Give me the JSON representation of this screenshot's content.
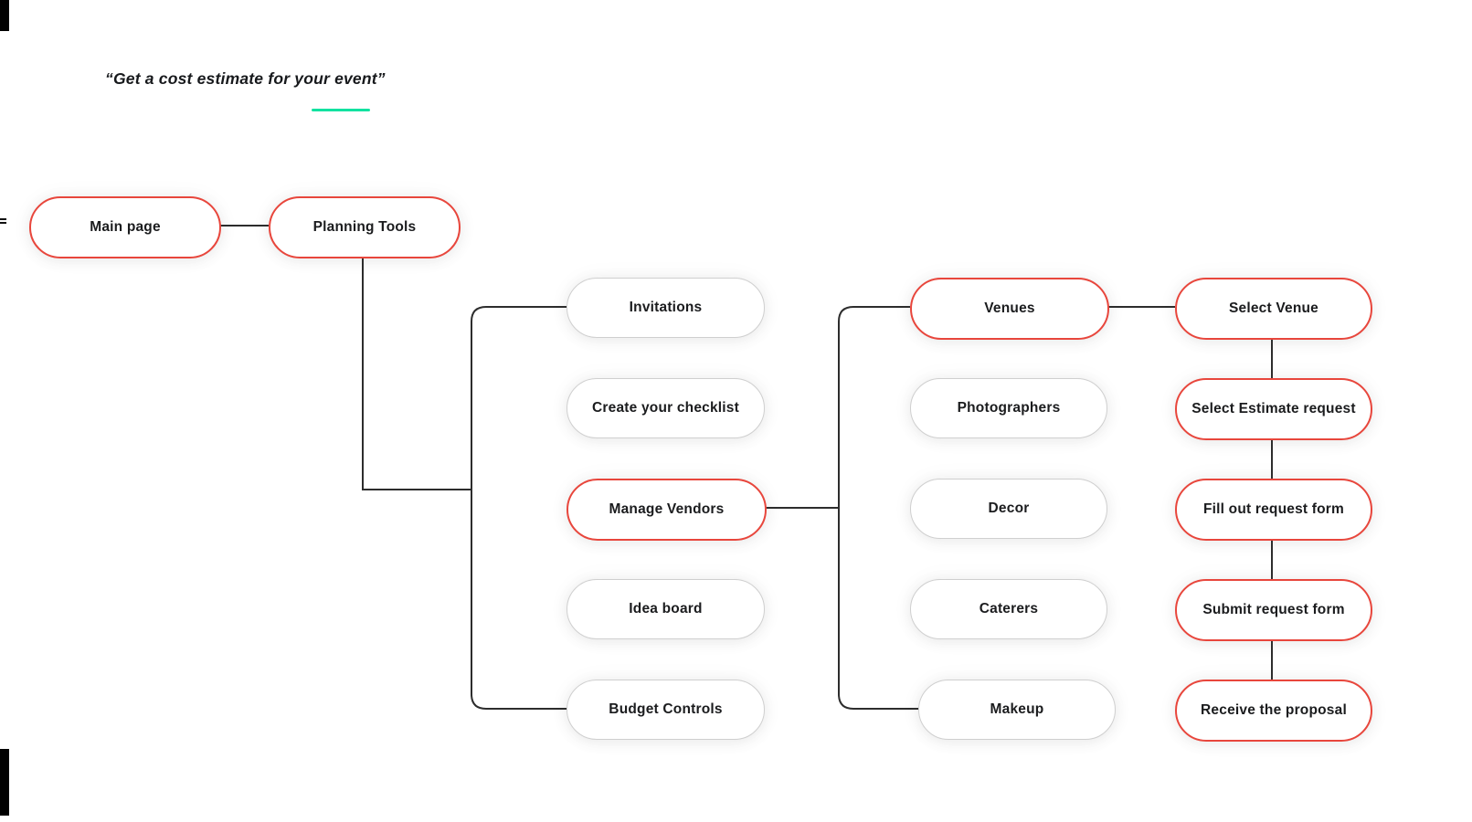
{
  "title": {
    "text": "“Get a cost estimate for your event”"
  },
  "colors": {
    "highlight_border": "#e8463c",
    "neutral_border": "#cfcfcf",
    "connector": "#2d2d2d",
    "underline_accent": "#12e2a0",
    "text": "#1b1c1e",
    "background": "#ffffff"
  },
  "diagram": {
    "nodes": {
      "main_page": {
        "label": "Main page",
        "emphasis": "red"
      },
      "planning_tools": {
        "label": "Planning Tools",
        "emphasis": "red"
      },
      "invitations": {
        "label": "Invitations",
        "emphasis": "gray"
      },
      "create_checklist": {
        "label": "Create your checklist",
        "emphasis": "gray"
      },
      "manage_vendors": {
        "label": "Manage Vendors",
        "emphasis": "red"
      },
      "idea_board": {
        "label": "Idea board",
        "emphasis": "gray"
      },
      "budget_controls": {
        "label": "Budget Controls",
        "emphasis": "gray"
      },
      "venues": {
        "label": "Venues",
        "emphasis": "red"
      },
      "photographers": {
        "label": "Photographers",
        "emphasis": "gray"
      },
      "decor": {
        "label": "Decor",
        "emphasis": "gray"
      },
      "caterers": {
        "label": "Caterers",
        "emphasis": "gray"
      },
      "makeup": {
        "label": "Makeup",
        "emphasis": "gray"
      },
      "select_venue": {
        "label": "Select Venue",
        "emphasis": "red"
      },
      "select_estimate": {
        "label": "Select Estimate request",
        "emphasis": "red"
      },
      "fill_form": {
        "label": "Fill out request form",
        "emphasis": "red"
      },
      "submit_form": {
        "label": "Submit request form",
        "emphasis": "red"
      },
      "receive_proposal": {
        "label": "Receive the proposal",
        "emphasis": "red"
      }
    },
    "edges": [
      "Main page - Planning Tools",
      "Planning Tools - tools group (Invitations ... Budget Controls)",
      "Manage Vendors - vendors group (Venues ... Makeup)",
      "Venues - Select Venue",
      "Select Venue - Select Estimate request - Fill out request form - Submit request form - Receive the proposal"
    ]
  }
}
